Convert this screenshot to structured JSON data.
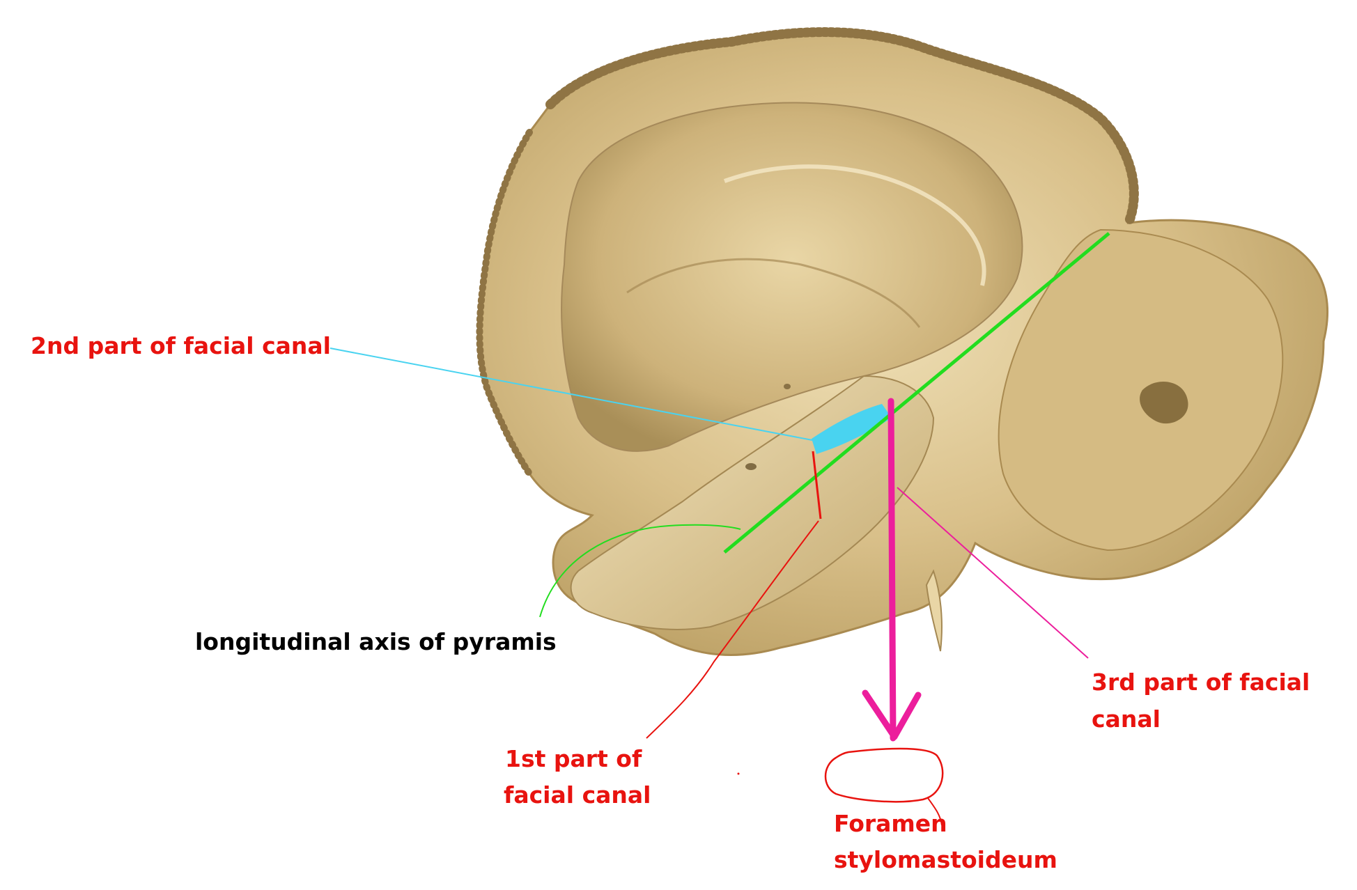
{
  "labels": {
    "second_part": "2nd part of facial canal",
    "longitudinal_axis": "longitudinal axis of pyramis",
    "first_part_line1": "1st part of",
    "first_part_line2": "facial canal",
    "third_part_line1": "3rd part of facial",
    "third_part_line2": "canal",
    "foramen_line1": "Foramen",
    "foramen_line2": "stylomastoideum"
  },
  "colors": {
    "label_red": "#e8130f",
    "axis_green": "#22dd1f",
    "second_part_blue": "#49d3f0",
    "arrow_magenta": "#ec1e9c",
    "bone": "#d9c08a",
    "bone_shadow": "#b69a5e",
    "bone_highlight": "#f3e6c2"
  }
}
